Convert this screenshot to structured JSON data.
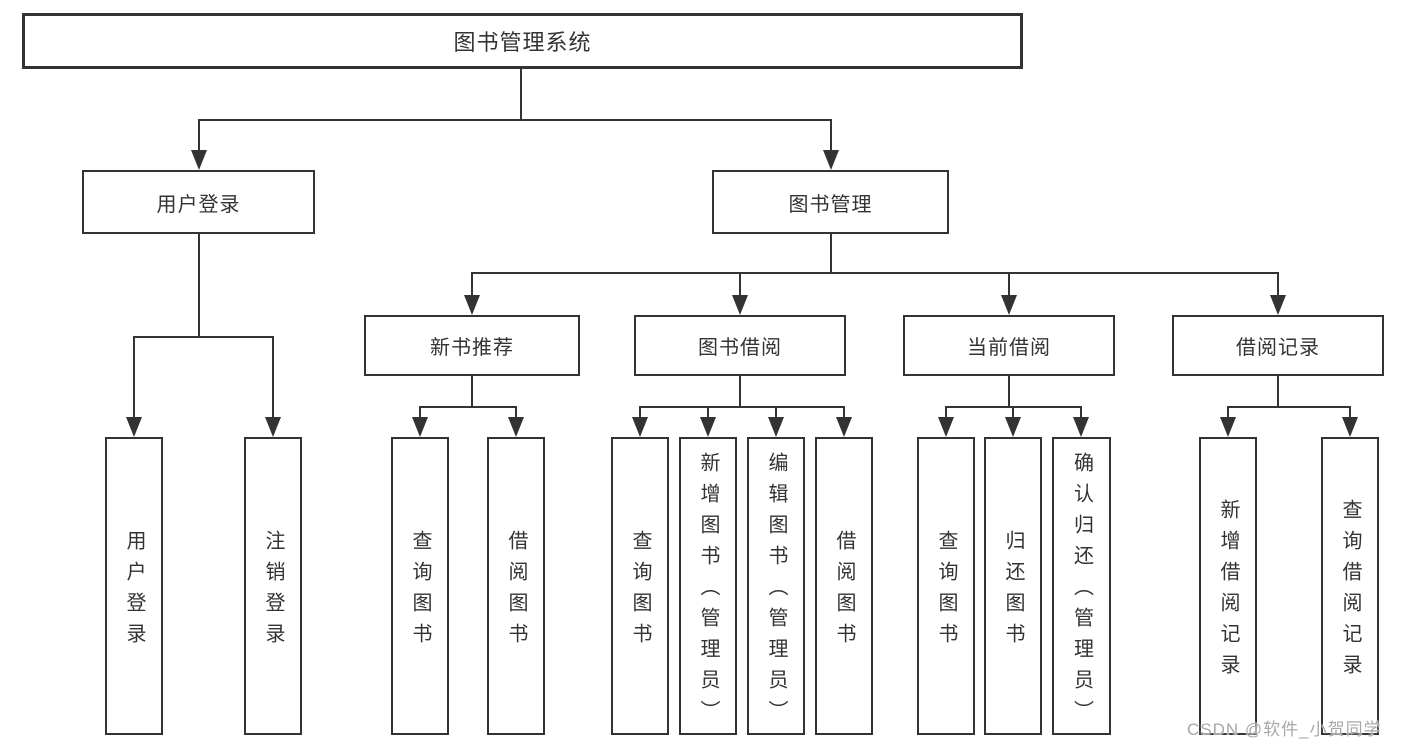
{
  "root": {
    "label": "图书管理系统"
  },
  "level2": [
    {
      "label": "用户登录",
      "children": [
        "用户登录",
        "注销登录"
      ]
    },
    {
      "label": "图书管理"
    }
  ],
  "modules": [
    {
      "label": "新书推荐",
      "children": [
        "查询图书",
        "借阅图书"
      ]
    },
    {
      "label": "图书借阅",
      "children": [
        "查询图书",
        "新增图书（管理员）",
        "编辑图书（管理员）",
        "借阅图书"
      ]
    },
    {
      "label": "当前借阅",
      "children": [
        "查询图书",
        "归还图书",
        "确认归还（管理员）"
      ]
    },
    {
      "label": "借阅记录",
      "children": [
        "新增借阅记录",
        "查询借阅记录"
      ]
    }
  ],
  "watermark": "CSDN @软件_小贺同学",
  "colors": {
    "line": "#333333",
    "text": "#333333",
    "box_background": "#ffffff",
    "page_background": "#ffffff",
    "watermark": "#a8a8a8"
  }
}
